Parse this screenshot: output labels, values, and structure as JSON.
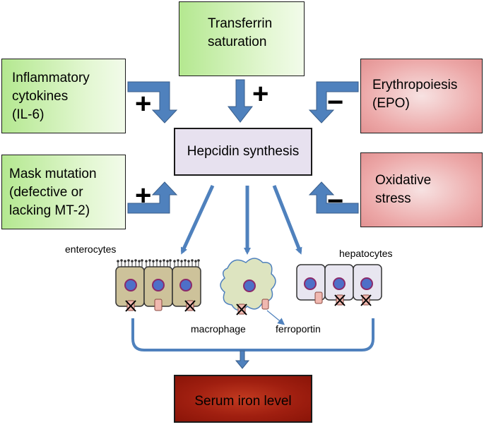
{
  "diagram": {
    "boxes": {
      "inflammatory": "Inflammatory\ncytokines\n(IL-6)",
      "transferrin": "Transferrin\nsaturation",
      "erythropoiesis": "Erythropoiesis\n(EPO)",
      "mask": "Mask mutation\n(defective or\nlacking MT-2)",
      "hepcidin": "Hepcidin synthesis",
      "oxidative": "Oxidative\nstress",
      "serum": "Serum iron level"
    },
    "signs": {
      "inflammatory": "+",
      "transferrin": "+",
      "erythropoiesis": "−",
      "mask": "+",
      "oxidative": "−"
    },
    "labels": {
      "enterocytes": "enterocytes",
      "hepatocytes": "hepatocytes",
      "macrophage": "macrophage",
      "ferroportin": "ferroportin"
    },
    "colors": {
      "arrow_fill": "#4f81bd",
      "arrow_stroke": "#385d8a",
      "green_box": "#b4e890",
      "pink_box": "#eca7a7",
      "hepcidin_box": "#e7e1ef",
      "serum_box": "#a01f10",
      "cell_enterocyte": "#cdc29a",
      "cell_macrophage": "#dde4c0",
      "cell_hepatocyte": "#e8e6f0",
      "nucleus": "#7a3f8f",
      "ferroportin": "#f0b8b0"
    }
  }
}
